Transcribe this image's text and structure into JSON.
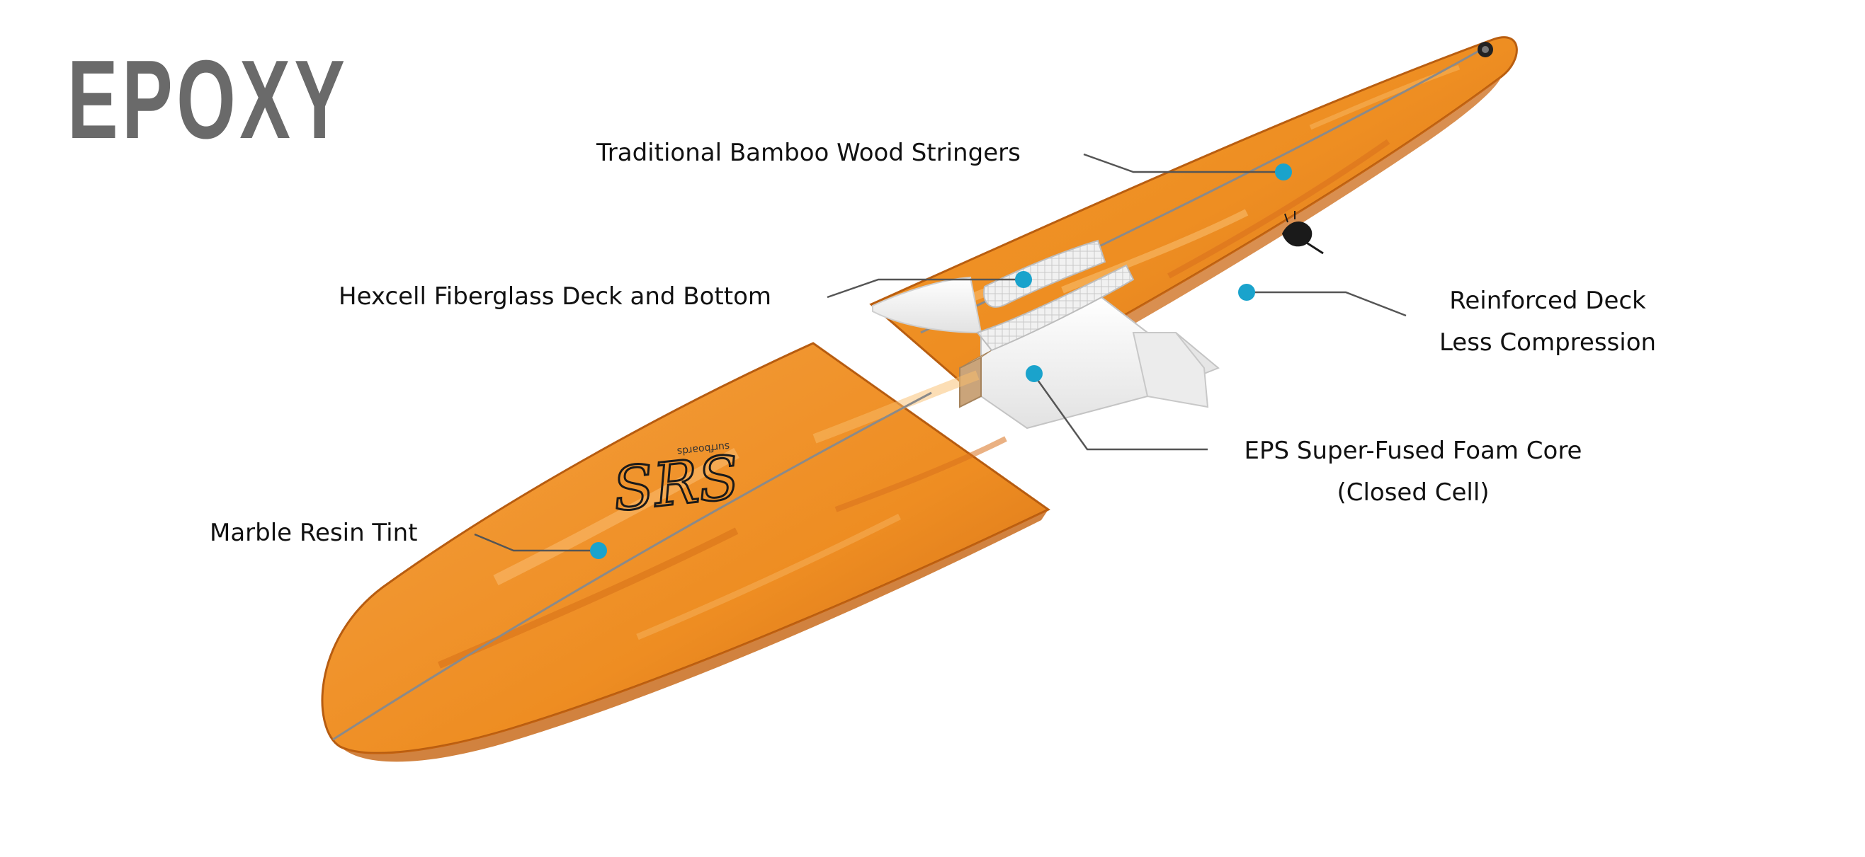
{
  "title": "EPOXY",
  "colors": {
    "board_orange": "#ec8a1e",
    "board_light": "#f7ab4a",
    "board_dark": "#c9640e",
    "foam": "#f3f3f3",
    "callout_dot": "#1aa3cc",
    "leader_line": "#555555",
    "title_gray": "#6a6a6a"
  },
  "callouts": {
    "stringers": {
      "label": "Traditional Bamboo Wood Stringers"
    },
    "fiberglass": {
      "label": "Hexcell Fiberglass Deck and Bottom"
    },
    "deck": {
      "line1": "Reinforced Deck",
      "line2": "Less Compression"
    },
    "foam": {
      "line1": "EPS Super-Fused Foam Core",
      "line2": "(Closed Cell)"
    },
    "resin": {
      "label": "Marble Resin Tint"
    }
  },
  "logo": {
    "text": "SRS",
    "small_text": "surfboards"
  }
}
